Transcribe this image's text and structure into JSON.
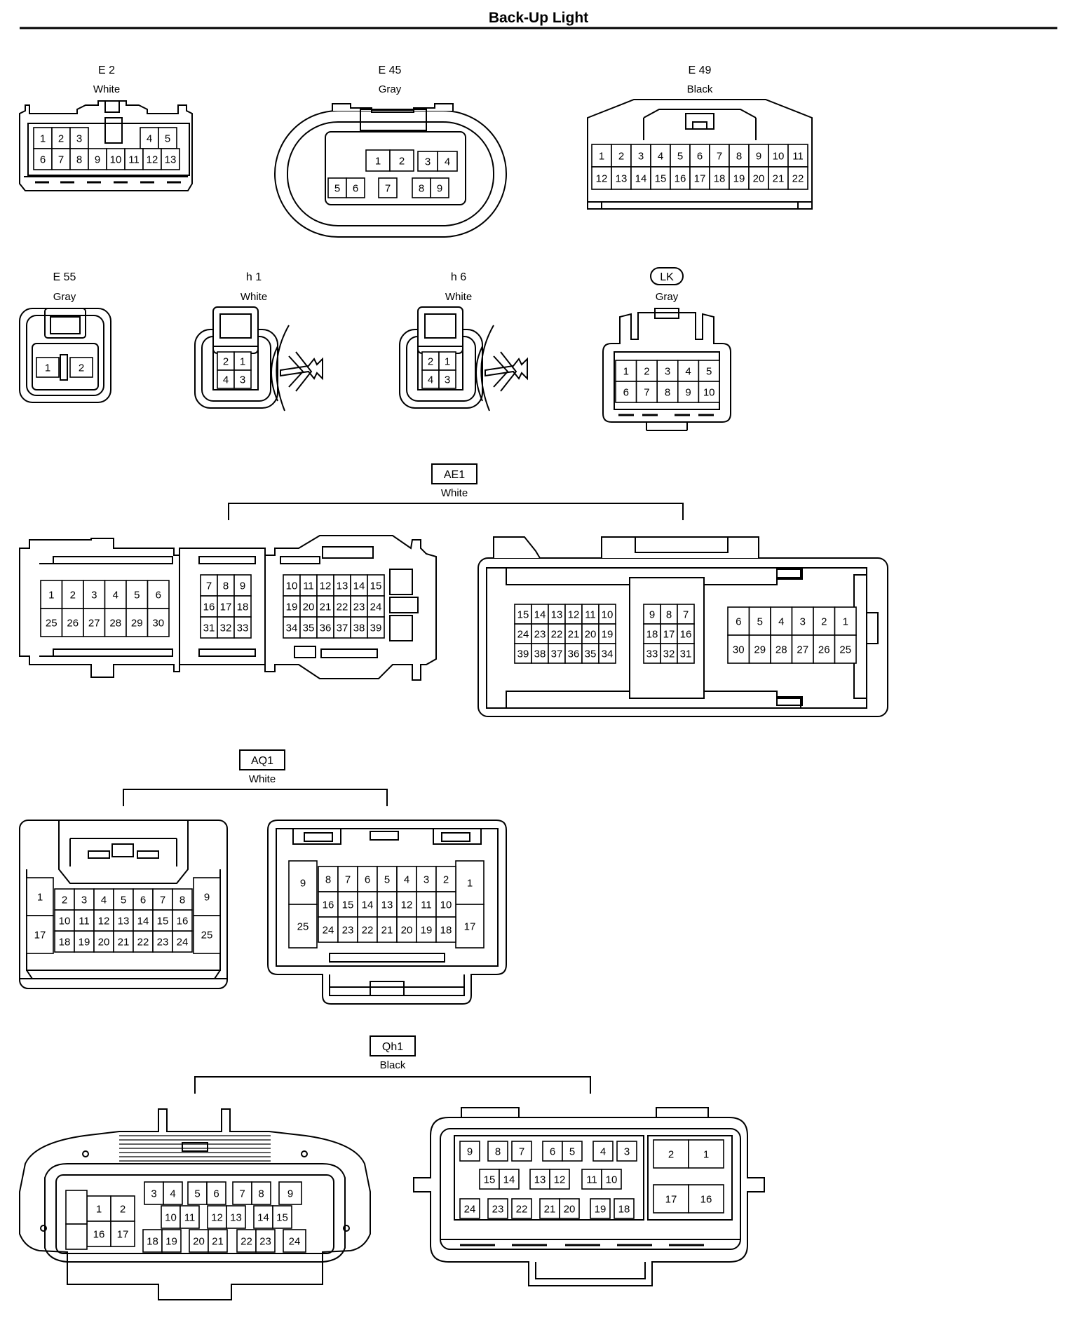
{
  "title": "Back-Up Light",
  "connectors": [
    {
      "id": "E 2",
      "color": "White",
      "pins": [
        [
          "1",
          "2",
          "3",
          "4",
          "5"
        ],
        [
          "6",
          "7",
          "8",
          "9",
          "10",
          "11",
          "12",
          "13"
        ]
      ]
    },
    {
      "id": "E 45",
      "color": "Gray",
      "pins": [
        [
          "1",
          "2",
          "3",
          "4"
        ],
        [
          "5",
          "6",
          "7",
          "8",
          "9"
        ]
      ]
    },
    {
      "id": "E 49",
      "color": "Black",
      "pins": [
        [
          "1",
          "2",
          "3",
          "4",
          "5",
          "6",
          "7",
          "8",
          "9",
          "10",
          "11"
        ],
        [
          "12",
          "13",
          "14",
          "15",
          "16",
          "17",
          "18",
          "19",
          "20",
          "21",
          "22"
        ]
      ]
    },
    {
      "id": "E 55",
      "color": "Gray",
      "pins": [
        [
          "1",
          "2"
        ]
      ]
    },
    {
      "id": "h 1",
      "color": "White",
      "pins": [
        [
          "2",
          "1"
        ],
        [
          "4",
          "3"
        ]
      ]
    },
    {
      "id": "h 6",
      "color": "White",
      "pins": [
        [
          "2",
          "1"
        ],
        [
          "4",
          "3"
        ]
      ]
    },
    {
      "id": "LK",
      "color": "Gray",
      "pins": [
        [
          "1",
          "2",
          "3",
          "4",
          "5"
        ],
        [
          "6",
          "7",
          "8",
          "9",
          "10"
        ]
      ]
    },
    {
      "id": "AE1",
      "color": "White",
      "left": {
        "a": [
          [
            "1",
            "2",
            "3",
            "4",
            "5",
            "6"
          ],
          [
            "25",
            "26",
            "27",
            "28",
            "29",
            "30"
          ]
        ],
        "b": [
          [
            "7",
            "8",
            "9"
          ],
          [
            "16",
            "17",
            "18"
          ],
          [
            "31",
            "32",
            "33"
          ]
        ],
        "c": [
          [
            "10",
            "11",
            "12",
            "13",
            "14",
            "15"
          ],
          [
            "19",
            "20",
            "21",
            "22",
            "23",
            "24"
          ],
          [
            "34",
            "35",
            "36",
            "37",
            "38",
            "39"
          ]
        ]
      },
      "right": {
        "a": [
          [
            "15",
            "14",
            "13",
            "12",
            "11",
            "10"
          ],
          [
            "24",
            "23",
            "22",
            "21",
            "20",
            "19"
          ],
          [
            "39",
            "38",
            "37",
            "36",
            "35",
            "34"
          ]
        ],
        "b": [
          [
            "9",
            "8",
            "7"
          ],
          [
            "18",
            "17",
            "16"
          ],
          [
            "33",
            "32",
            "31"
          ]
        ],
        "c": [
          [
            "6",
            "5",
            "4",
            "3",
            "2",
            "1"
          ],
          [
            "30",
            "29",
            "28",
            "27",
            "26",
            "25"
          ]
        ]
      }
    },
    {
      "id": "AQ1",
      "color": "White",
      "left": {
        "side_left": [
          "1",
          "17"
        ],
        "grid": [
          [
            "2",
            "3",
            "4",
            "5",
            "6",
            "7",
            "8"
          ],
          [
            "10",
            "11",
            "12",
            "13",
            "14",
            "15",
            "16"
          ],
          [
            "18",
            "19",
            "20",
            "21",
            "22",
            "23",
            "24"
          ]
        ],
        "side_right": [
          "9",
          "25"
        ]
      },
      "right": {
        "side_left": [
          "9",
          "25"
        ],
        "grid": [
          [
            "8",
            "7",
            "6",
            "5",
            "4",
            "3",
            "2"
          ],
          [
            "16",
            "15",
            "14",
            "13",
            "12",
            "11",
            "10"
          ],
          [
            "24",
            "23",
            "22",
            "21",
            "20",
            "19",
            "18"
          ]
        ],
        "side_right": [
          "1",
          "17"
        ]
      }
    },
    {
      "id": "Qh1",
      "color": "Black",
      "left": {
        "big": [
          [
            "1",
            "2"
          ],
          [
            "16",
            "17"
          ]
        ],
        "rows": [
          [
            "3",
            "4",
            "5",
            "6",
            "7",
            "8",
            "9"
          ],
          [
            "10",
            "11",
            "12",
            "13",
            "14",
            "15"
          ],
          [
            "18",
            "19",
            "20",
            "21",
            "22",
            "23",
            "24"
          ]
        ]
      },
      "right": {
        "rows": [
          [
            "9",
            "8",
            "7",
            "6",
            "5",
            "4",
            "3"
          ],
          [
            "15",
            "14",
            "13",
            "12",
            "11",
            "10"
          ],
          [
            "24",
            "23",
            "22",
            "21",
            "20",
            "19",
            "18"
          ]
        ],
        "big": [
          [
            "2",
            "1"
          ],
          [
            "17",
            "16"
          ]
        ]
      }
    }
  ]
}
